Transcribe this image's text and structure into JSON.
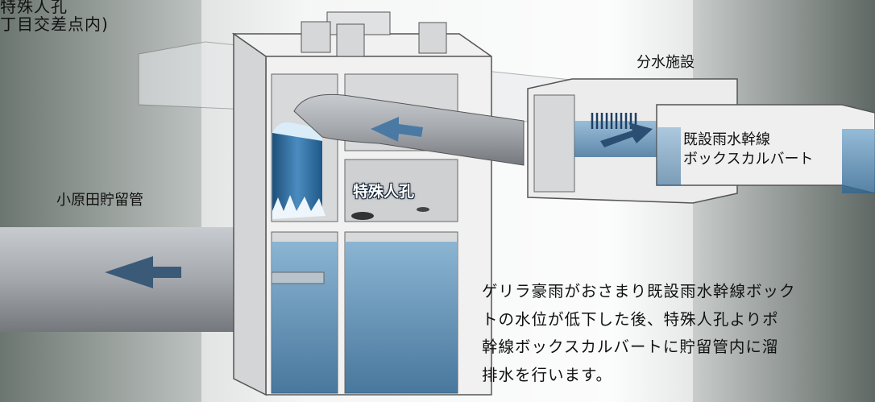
{
  "header": {
    "title_line1": "特殊人孔",
    "title_line2": "丁目交差点内)"
  },
  "labels": {
    "storage_pipe": "小原田貯留管",
    "diversion": "分水施設",
    "existing_line_1": "既設雨水幹線",
    "existing_line_2": "ボックスカルバート",
    "special_manhole": "特殊人孔"
  },
  "description": {
    "lines": [
      "ゲリラ豪雨がおさまり既設雨水幹線ボック",
      "トの水位が低下した後、特殊人孔よりポ",
      "幹線ボックスカルバートに貯留管内に溜",
      "排水を行います。"
    ]
  },
  "colors": {
    "water": "#3f7fb0",
    "concrete": "#e9e9ea",
    "pipe": "#9a9da2",
    "arrow": "#3a5a78"
  }
}
